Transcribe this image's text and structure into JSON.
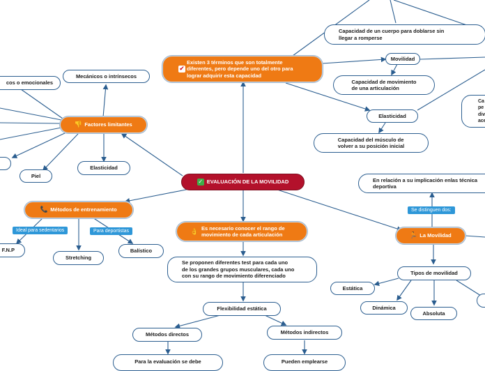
{
  "central": {
    "label": "EVALUACIÓN DE LA MOVILIDAD"
  },
  "top_branch": {
    "label_lines": [
      "Existen 3 términos que son totalmente",
      "diferentes, pero depende uno del otro para",
      "lograr adquirir esta capacidad"
    ],
    "flexibilidad_def_lines": [
      "Capacidad de un cuerpo para doblarse sin",
      "llegar a romperse"
    ],
    "movilidad": "Movilidad",
    "movilidad_def_lines": [
      "Capacidad de movimiento",
      "de una articulación"
    ],
    "elasticidad": "Elasticidad",
    "elasticidad_def_lines": [
      "Capacidad del músculo de",
      "volver a su posición inicial"
    ],
    "right_partial_lines": [
      "Ca",
      "pe",
      "div",
      "ace"
    ]
  },
  "factores": {
    "label": "Factores limitantes",
    "mecanicos": "Mecánicos o intrínsecos",
    "emocionales": "cos o emocionales",
    "piel": "Piel",
    "elasticidad": "Elasticidad"
  },
  "metodos": {
    "label": "Métodos de entrenamiento",
    "tag_sedentarios": "Ideal para sedentarios",
    "tag_deportistas": "Para deportistas",
    "fnp": "F.N.P",
    "stretching": "Stretching",
    "balistico": "Balístico"
  },
  "rango": {
    "label_lines": [
      "Es necesario conocer el rango de",
      "movimiento de cada articulación"
    ],
    "test_lines": [
      "Se proponen diferentes test para cada uno",
      "de los grandes grupos musculares, cada uno",
      "con su rango de movimiento diferenciado"
    ],
    "flex_estatica": "Flexibilidad estática",
    "directos": "Métodos directos",
    "indirectos": "Métodos indirectos",
    "directos_child": "Para la evaluación se debe",
    "indirectos_child": "Pueden emplearse"
  },
  "la_movilidad": {
    "label": "La Movilidad",
    "tag": "Se distinguen dos:",
    "relacion_lines": [
      "En relación a su implicación enlas técnica",
      "deportiva"
    ],
    "tipos": "Tipos de movilidad",
    "estatica": "Estática",
    "dinamica": "Dinámica",
    "absoluta": "Absoluta"
  },
  "colors": {
    "central": "#b3112b",
    "branch": "#ef7a14",
    "outline": "#2a5d8f",
    "tag": "#2e97d8"
  }
}
